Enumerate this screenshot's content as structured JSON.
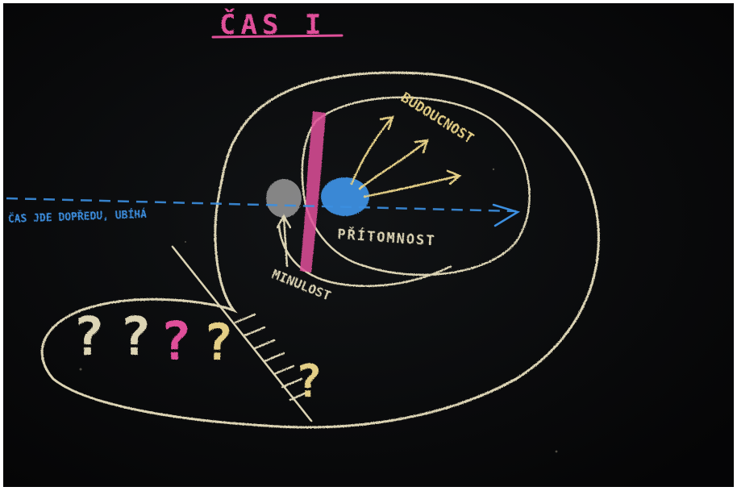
{
  "board": {
    "title": "ČAS I",
    "labels": {
      "time_arrow": "ČAS JDE DOPŘEDU, UBÍHÁ",
      "future": "BUDOUCNOST",
      "present": "PŘÍTOMNOST",
      "past": "MINULOST"
    },
    "question_marks": [
      "?",
      "?",
      "?",
      "?",
      "?"
    ],
    "colors": {
      "board": "#0a0b0c",
      "chalk_white": "#dcd4b4",
      "chalk_pink": "#e0509a",
      "chalk_blue": "#3c8fe0",
      "chalk_yellow": "#e4cf86"
    }
  }
}
